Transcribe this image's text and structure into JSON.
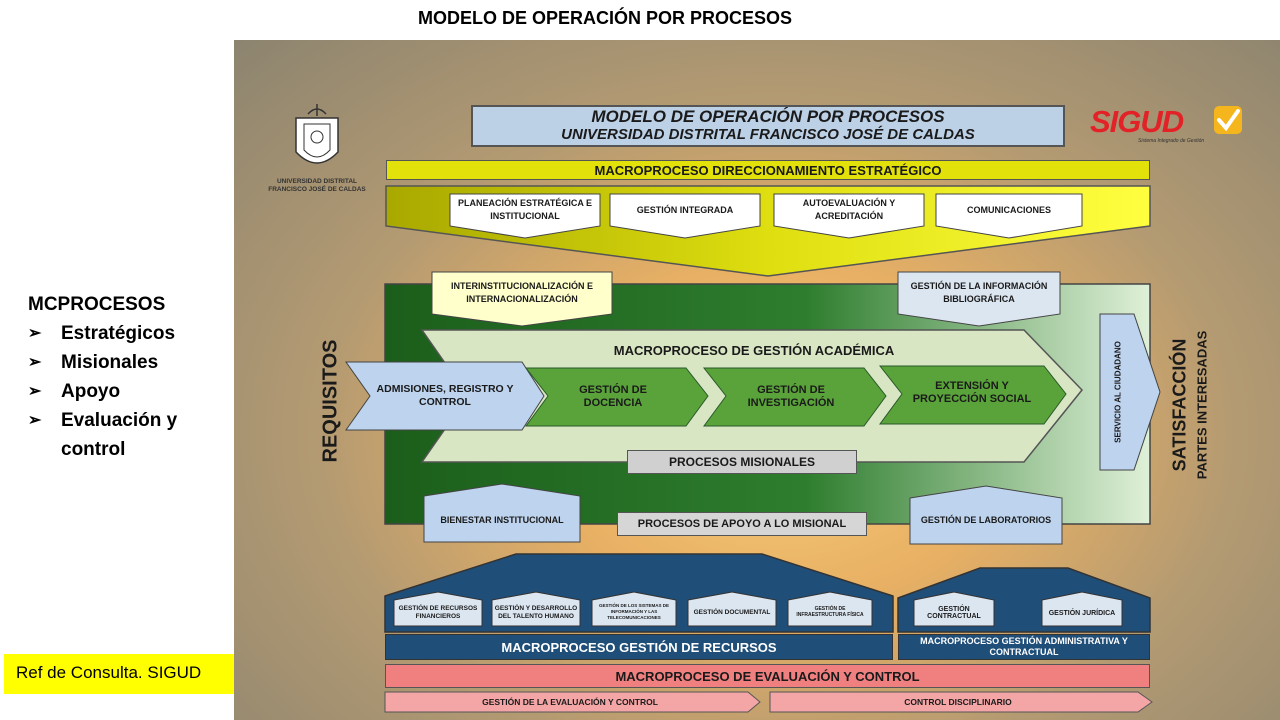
{
  "slide": {
    "title": "MODELO DE OPERACIÓN POR PROCESOS"
  },
  "sidebar": {
    "heading": "MCPROCESOS",
    "items": [
      {
        "label": "Estratégicos"
      },
      {
        "label": "Misionales"
      },
      {
        "label": "Apoyo"
      },
      {
        "label": "Evaluación y control"
      }
    ]
  },
  "reference": "Ref de Consulta. SIGUD",
  "diagram": {
    "header_line1": "MODELO DE OPERACIÓN POR PROCESOS",
    "header_line2": "UNIVERSIDAD DISTRITAL FRANCISCO JOSÉ DE CALDAS",
    "university_logo_text": "UNIVERSIDAD DISTRITAL FRANCISCO JOSÉ DE CALDAS",
    "sigud_logo": "SIGUD",
    "sigud_tagline": "Sistema Integrado de Gestión",
    "strategic": {
      "title": "MACROPROCESO DIRECCIONAMIENTO ESTRATÉGICO",
      "items": [
        "PLANEACIÓN ESTRATÉGICA E INSTITUCIONAL",
        "GESTIÓN INTEGRADA",
        "AUTOEVALUACIÓN Y ACREDITACIÓN",
        "COMUNICACIONES"
      ]
    },
    "interinst": "INTERINSTITUCIONALIZACIÓN E INTERNACIONALIZACIÓN",
    "biblio": "GESTIÓN DE LA INFORMACIÓN BIBLIOGRÁFICA",
    "requisitos": "REQUISITOS",
    "academic": {
      "title": "MACROPROCESO DE GESTIÓN ACADÉMICA",
      "admisiones": "ADMISIONES, REGISTRO Y CONTROL",
      "steps": [
        "GESTIÓN DE DOCENCIA",
        "GESTIÓN DE INVESTIGACIÓN",
        "EXTENSIÓN Y PROYECCIÓN SOCIAL"
      ],
      "servicio": "SERVICIO AL CIUDADANO"
    },
    "satisfaccion_1": "SATISFACCIÓN",
    "satisfaccion_2": "PARTES INTERESADAS",
    "misionales_label": "PROCESOS MISIONALES",
    "bienestar": "BIENESTAR INSTITUCIONAL",
    "apoyo_label": "PROCESOS DE APOYO A LO MISIONAL",
    "laboratorios": "GESTIÓN DE LABORATORIOS",
    "resources": {
      "items": [
        "GESTIÓN DE RECURSOS FINANCIEROS",
        "GESTIÓN Y DESARROLLO DEL TALENTO HUMANO",
        "GESTIÓN DE LOS SISTEMAS DE INFORMACIÓN Y LAS TELECOMUNICACIONES",
        "GESTIÓN DOCUMENTAL",
        "GESTIÓN DE INFRAESTRUCTURA FÍSICA"
      ],
      "title": "MACROPROCESO GESTIÓN DE RECURSOS"
    },
    "admin": {
      "items": [
        "GESTIÓN CONTRACTUAL",
        "GESTIÓN JURÍDICA"
      ],
      "title": "MACROPROCESO GESTIÓN ADMINISTRATIVA Y CONTRACTUAL"
    },
    "evaluation": {
      "title": "MACROPROCESO DE EVALUACIÓN Y CONTROL",
      "items": [
        "GESTIÓN DE LA EVALUACIÓN Y CONTROL",
        "CONTROL DISCIPLINARIO"
      ]
    }
  },
  "colors": {
    "strategic_yellow": "#e2e20a",
    "academic_green": "#1d6b1d",
    "step_green": "#5aa33a",
    "light_blue": "#bdd3ee",
    "resources_navy": "#1f4e79",
    "evaluation_red": "#f08080",
    "sigud_red": "#e32228",
    "sigud_check": "#f5b51c",
    "reference_yellow": "#ffff00"
  }
}
